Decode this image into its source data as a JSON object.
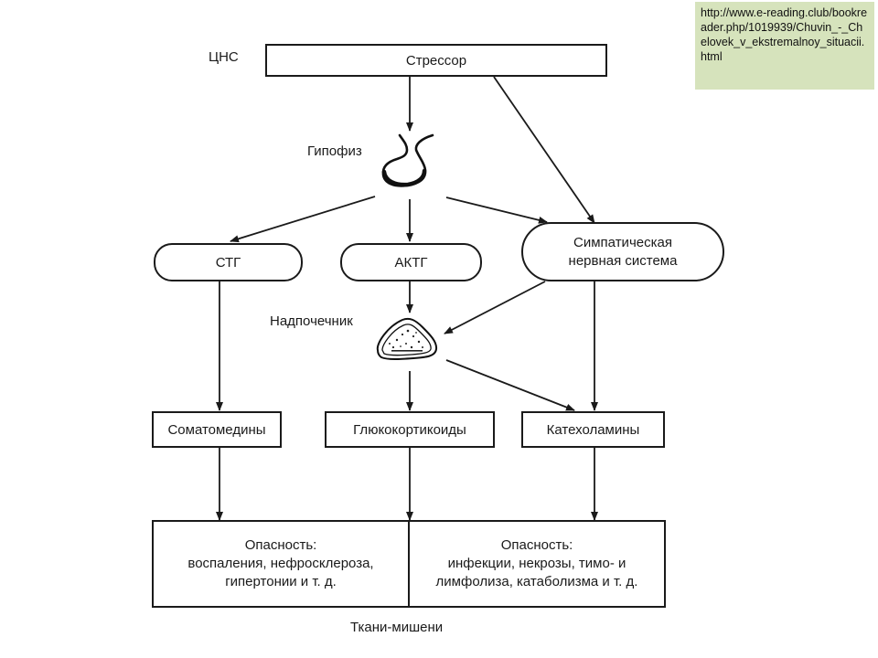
{
  "source_note": {
    "text": "http://www.e-reading.club/bookreader.php/1019939/Chuvin_-_Chelovek_v_ekstremalnoy_situacii.html",
    "background": "#d6e3bc"
  },
  "labels": {
    "cns": "ЦНС",
    "pituitary": "Гипофиз",
    "adrenal": "Надпочечник",
    "target_tissues": "Ткани-мишени"
  },
  "nodes": {
    "stressor": "Стрессор",
    "stg": "СТГ",
    "actg": "АКТГ",
    "sympathetic_line1": "Симпатическая",
    "sympathetic_line2": "нервная система",
    "somatomedins": "Соматомедины",
    "glucocorticoids": "Глюкокортикоиды",
    "catecholamines": "Катехоламины"
  },
  "danger": {
    "left": {
      "title": "Опасность:",
      "line1": "воспаления, нефросклероза,",
      "line2": "гипертонии и т. д."
    },
    "right": {
      "title": "Опасность:",
      "line1": "инфекции, некрозы, тимо- и",
      "line2": "лимфолиза, катаболизма и т. д."
    }
  },
  "edges": [
    {
      "from": "stressor",
      "to": "pituitary"
    },
    {
      "from": "stressor",
      "to": "sympathetic"
    },
    {
      "from": "pituitary",
      "to": "stg"
    },
    {
      "from": "pituitary",
      "to": "actg"
    },
    {
      "from": "pituitary",
      "to": "sympathetic"
    },
    {
      "from": "stg",
      "to": "somatomedins"
    },
    {
      "from": "actg",
      "to": "adrenal"
    },
    {
      "from": "sympathetic",
      "to": "adrenal"
    },
    {
      "from": "sympathetic",
      "to": "catecholamines"
    },
    {
      "from": "adrenal",
      "to": "glucocorticoids"
    },
    {
      "from": "adrenal",
      "to": "catecholamines"
    },
    {
      "from": "somatomedins",
      "to": "danger-left"
    },
    {
      "from": "glucocorticoids",
      "to": "danger-boundary"
    },
    {
      "from": "catecholamines",
      "to": "danger-right"
    }
  ]
}
